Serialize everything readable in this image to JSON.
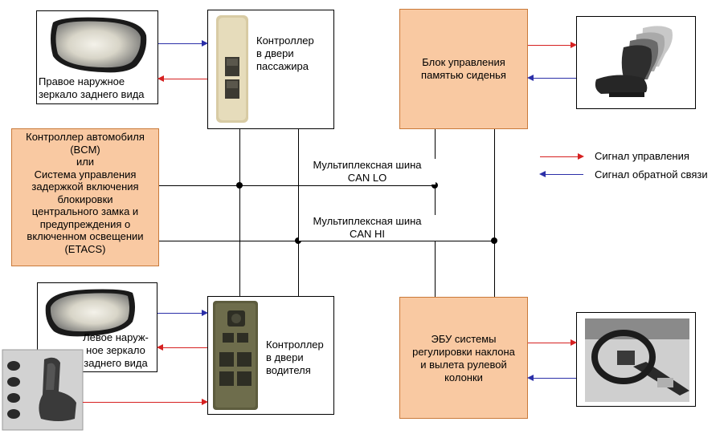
{
  "colors": {
    "control": "#d62020",
    "feedback": "#2b2fa8",
    "orange_fill": "#f9c9a2",
    "orange_border": "#c97a3a"
  },
  "nodes": {
    "right_mirror": "Правое наружное зеркало заднего вида",
    "passenger_controller": "Контроллер в двери пассажира",
    "seat_memory": "Блок управления памятью сиденья",
    "bcm": "Контроллер автомобиля (BCM) или Система управления задержкой включения блокировки центрального замка и предупреждения о включенном освещении (ETACS)",
    "left_mirror": "Левое наружное зеркало заднего вида",
    "driver_controller": "Контроллер в двери водителя",
    "steering_ecu": "ЭБУ системы регулировки наклона и вылета рулевой колонки"
  },
  "text": {
    "right_mirror_l1": "Правое наружное",
    "right_mirror_l2": "зеркало заднего вида",
    "passenger_l1": "Контроллер",
    "passenger_l2": "в двери",
    "passenger_l3": "пассажира",
    "seat_memory_l1": "Блок управления",
    "seat_memory_l2": "памятью сиденья",
    "bcm_l1": "Контроллер автомобиля",
    "bcm_l2": "(BCM)",
    "bcm_l3": "или",
    "bcm_l4": "Система управления",
    "bcm_l5": "задержкой включения",
    "bcm_l6": "блокировки",
    "bcm_l7": "центрального замка и",
    "bcm_l8": "предупреждения о",
    "bcm_l9": "включенном освещении",
    "bcm_l10": "(ETACS)",
    "can_lo_l1": "Мультиплексная шина",
    "can_lo_l2": "CAN LO",
    "can_hi_l1": "Мультиплексная шина",
    "can_hi_l2": "CAN HI",
    "left_mirror_l1": "Левое наруж-",
    "left_mirror_l2": "ное зеркало",
    "left_mirror_l3": "заднего вида",
    "driver_l1": "Контроллер",
    "driver_l2": "в двери",
    "driver_l3": "водителя",
    "steering_l1": "ЭБУ системы",
    "steering_l2": "регулировки наклона",
    "steering_l3": "и вылета рулевой",
    "steering_l4": "колонки"
  },
  "legend": {
    "control": "Сигнал управления",
    "feedback": "Сигнал обратной связи"
  },
  "icons": [
    "mirror-icon",
    "door-switch-icon",
    "seat-icon",
    "steering-column-icon",
    "seat-switch-icon"
  ]
}
